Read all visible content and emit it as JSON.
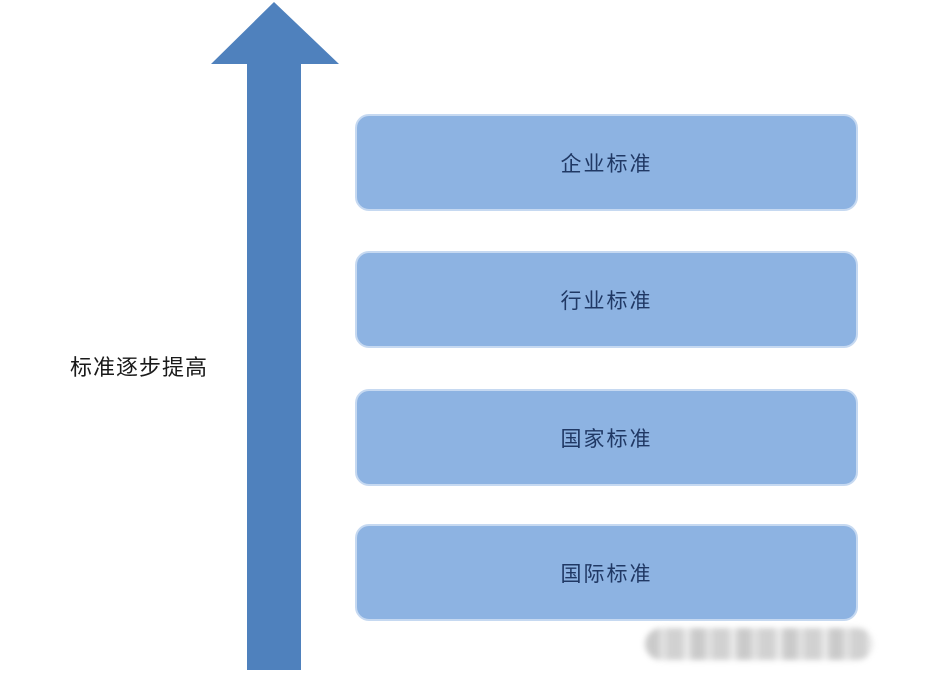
{
  "diagram": {
    "axis_label": "标准逐步提高",
    "boxes": [
      {
        "label": "企业标准"
      },
      {
        "label": "行业标准"
      },
      {
        "label": "国家标准"
      },
      {
        "label": "国际标准"
      }
    ],
    "colors": {
      "arrow": "#4f81bd",
      "box_fill": "#8db3e2",
      "box_border": "#c6d9f1",
      "box_text": "#203864"
    }
  }
}
